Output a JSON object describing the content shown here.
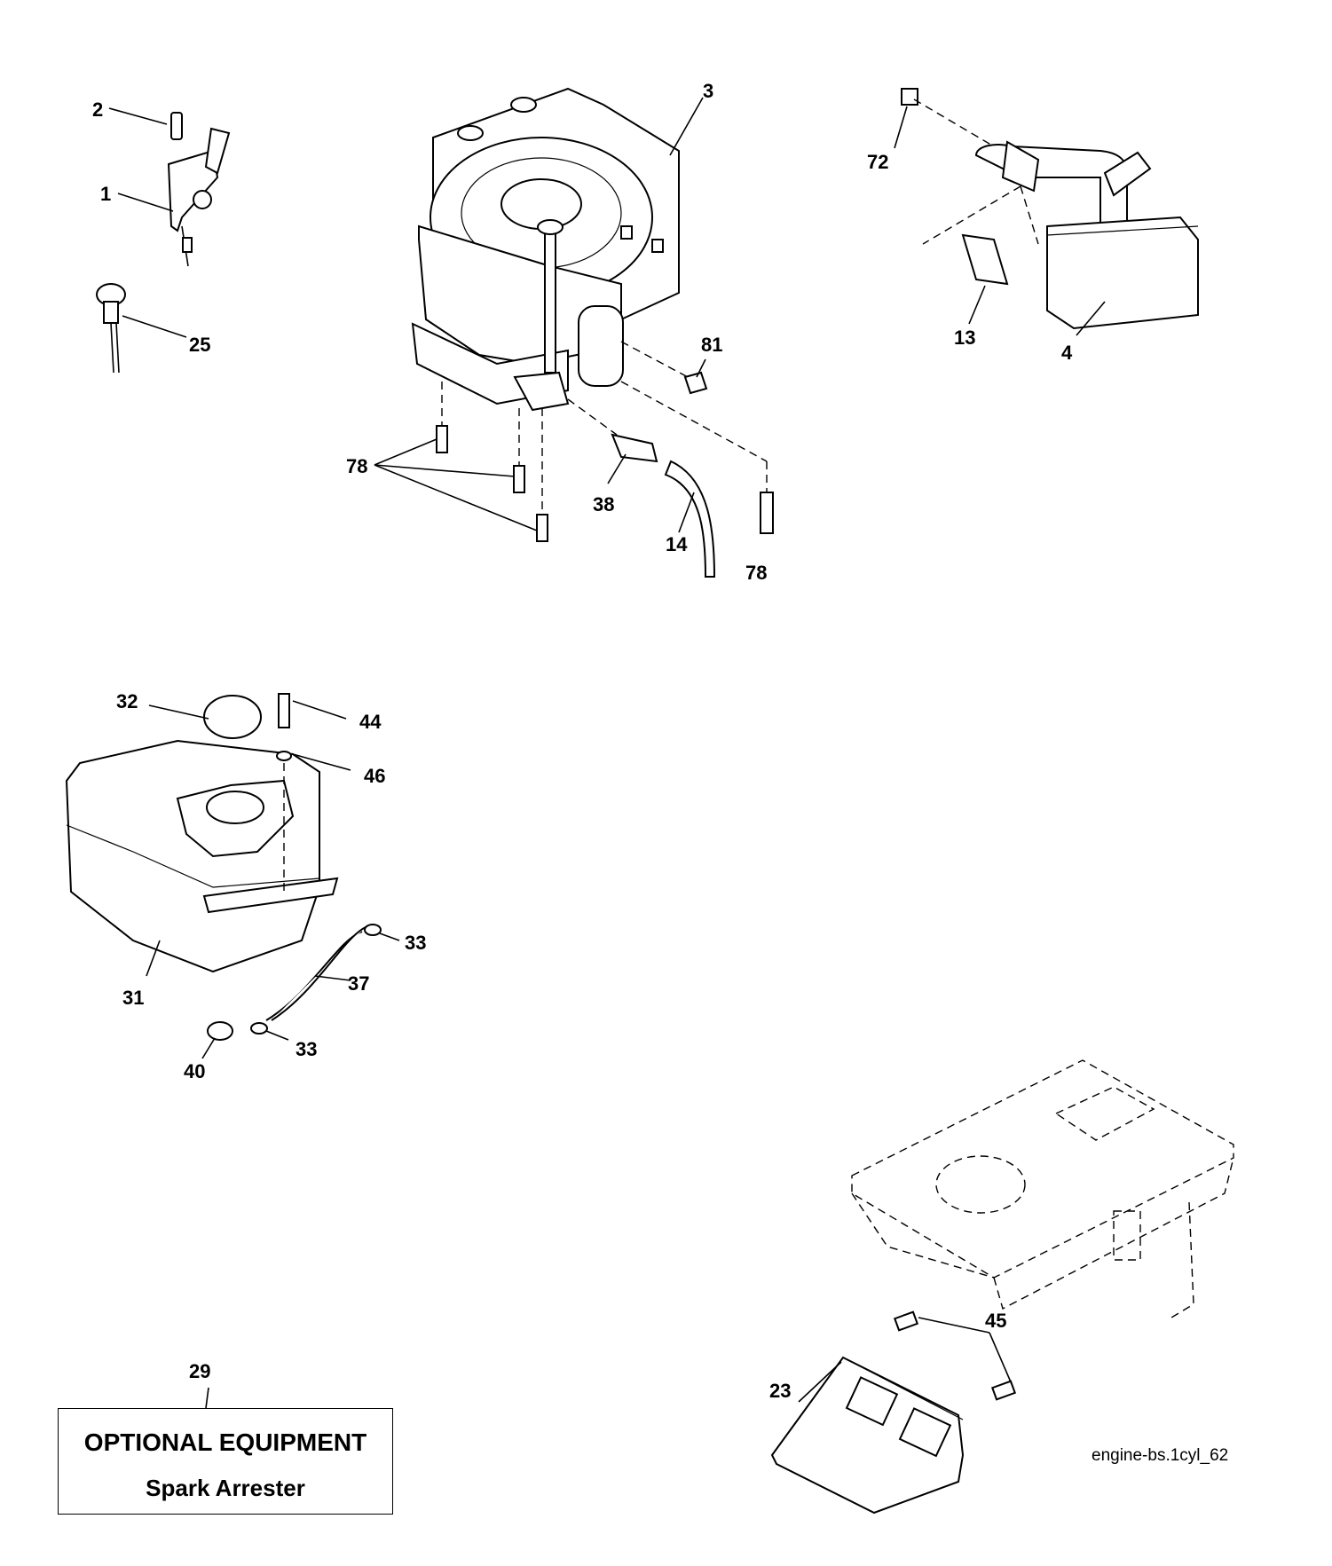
{
  "callouts": {
    "p1": "1",
    "p2": "2",
    "p3": "3",
    "p4": "4",
    "p13": "13",
    "p14": "14",
    "p23": "23",
    "p25": "25",
    "p29": "29",
    "p31": "31",
    "p32": "32",
    "p33a": "33",
    "p33b": "33",
    "p37": "37",
    "p38": "38",
    "p40": "40",
    "p44": "44",
    "p45": "45",
    "p46": "46",
    "p72": "72",
    "p78a": "78",
    "p78b": "78",
    "p81": "81"
  },
  "optional_box": {
    "title": "OPTIONAL EQUIPMENT",
    "subtitle": "Spark Arrester"
  },
  "reference": "engine-bs.1cyl_62",
  "icons": [
    "throttle-control-icon",
    "choke-knob-icon",
    "engine-icon",
    "muffler-icon",
    "fuel-tank-icon",
    "engine-mount-plate-icon",
    "heat-shield-icon"
  ]
}
